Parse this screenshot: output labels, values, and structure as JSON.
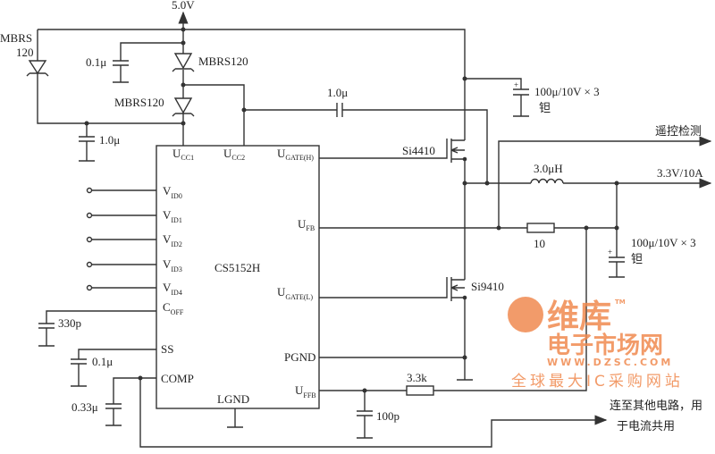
{
  "supply": {
    "label": "5.0V"
  },
  "diodes": {
    "left_top": "MBRS",
    "left_bottom": "120",
    "upper": "MBRS120",
    "lower": "MBRS120"
  },
  "caps": {
    "c_top": "0.1μ",
    "c_left": "1.0μ",
    "c_boot": "1.0μ",
    "c_in": "100μ/10V × 3",
    "c_in_type": "钽",
    "c_out": "100μ/10V × 3",
    "c_out_type": "钽",
    "c_off": "330p",
    "c_ss": "0.1μ",
    "c_comp": "0.33μ",
    "c_ffb": "100p"
  },
  "chip": {
    "name": "CS5152H",
    "pins": {
      "ucc1": {
        "main": "U",
        "sub": "CC1"
      },
      "ucc2": {
        "main": "U",
        "sub": "CC2"
      },
      "ugateh": {
        "main": "U",
        "sub": "GATE(H)"
      },
      "vid0": {
        "main": "V",
        "sub": "ID0"
      },
      "vid1": {
        "main": "V",
        "sub": "ID1"
      },
      "vid2": {
        "main": "V",
        "sub": "ID2"
      },
      "vid3": {
        "main": "V",
        "sub": "ID3"
      },
      "vid4": {
        "main": "V",
        "sub": "ID4"
      },
      "ufb": {
        "main": "U",
        "sub": "FB"
      },
      "ugatel": {
        "main": "U",
        "sub": "GATE(L)"
      },
      "coff": {
        "main": "C",
        "sub": "OFF"
      },
      "ss": "SS",
      "comp": "COMP",
      "pgnd": "PGND",
      "lgnd": "LGND",
      "uffb": {
        "main": "U",
        "sub": "FFB"
      }
    }
  },
  "mosfets": {
    "high": "Si4410",
    "low": "Si9410"
  },
  "inductor": "3.0μH",
  "resistors": {
    "r_sense": "10",
    "r_ffb": "3.3k"
  },
  "outputs": {
    "remote": "遥控检测",
    "vout": "3.3V/10A",
    "share_line1": "连至其他电路，用",
    "share_line2": "于电流共用"
  },
  "watermark": {
    "brand": "维库",
    "name": "电子市场网",
    "url": "WWW.DZSC.COM",
    "slogan": "全球最大IC采购网站",
    "tm": "TM"
  }
}
